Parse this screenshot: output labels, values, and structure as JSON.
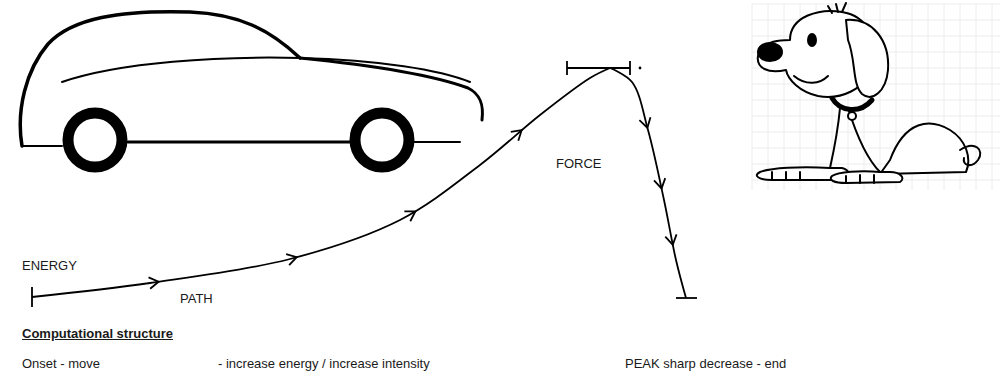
{
  "diagram": {
    "labels": [
      "ENERGY",
      "PATH",
      "FORCE",
      "Computational structure",
      "Onset - move",
      "- increase energy / increase intensity",
      "PEAK sharp decrease - end"
    ]
  }
}
